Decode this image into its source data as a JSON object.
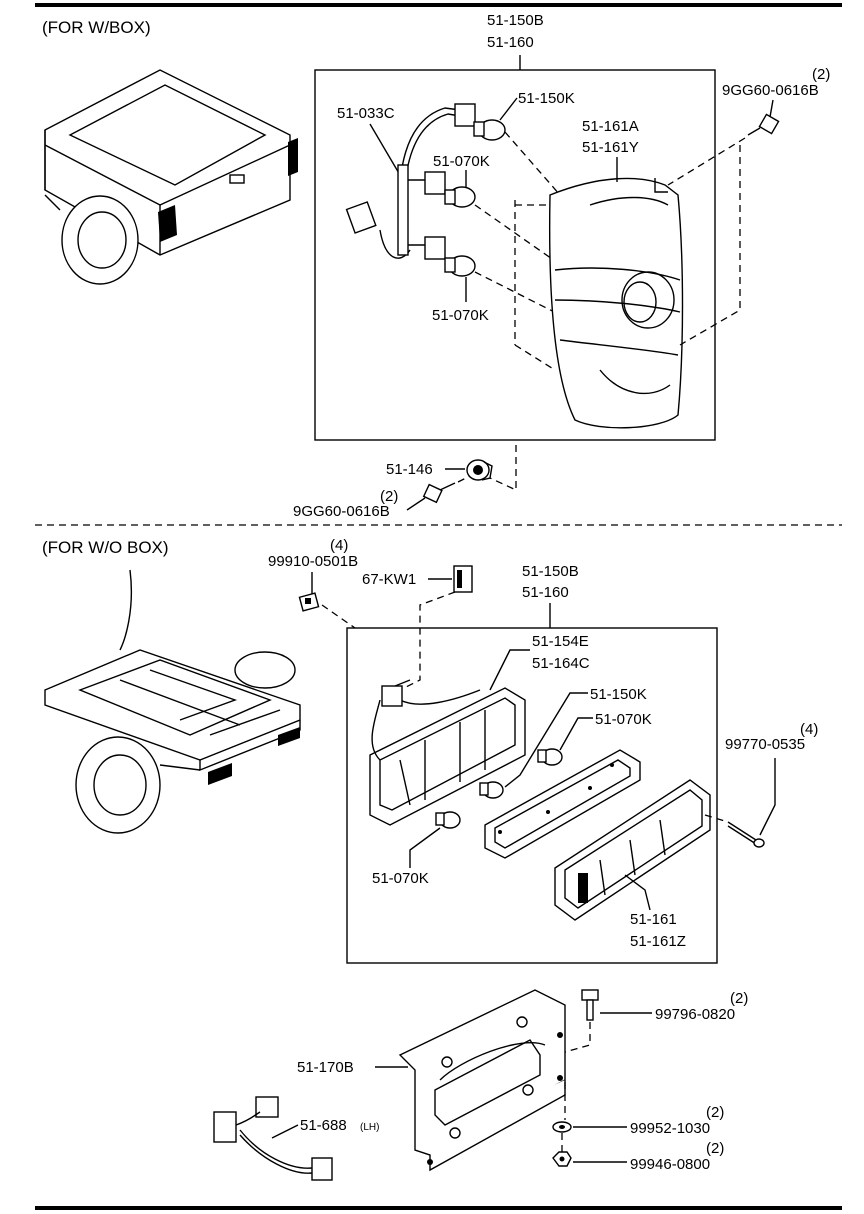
{
  "sections": {
    "with_box": "(FOR W/BOX)",
    "without_box": "(FOR W/O BOX)"
  },
  "top": {
    "assembly_a": "51-150B",
    "assembly_b": "51-160",
    "harness": "51-033C",
    "bulb_150k": "51-150K",
    "bulb_070k_upper": "51-070K",
    "bulb_070k_lower": "51-070K",
    "lens_a": "51-161A",
    "lens_b": "51-161Y",
    "screw_top": "9GG60-0616B",
    "screw_top_qty": "(2)",
    "grommet": "51-146",
    "screw_bottom": "9GG60-0616B",
    "screw_bottom_qty": "(2)"
  },
  "bottom": {
    "nut_clip": "99910-0501B",
    "nut_clip_qty": "(4)",
    "connector": "67-KW1",
    "assembly_a": "51-150B",
    "assembly_b": "51-160",
    "housing_a": "51-154E",
    "housing_b": "51-164C",
    "bulb_150k": "51-150K",
    "bulb_070k_right": "51-070K",
    "bulb_070k_left": "51-070K",
    "screw": "99770-0535",
    "screw_qty": "(4)",
    "lens_a": "51-161",
    "lens_b": "51-161Z",
    "bracket": "51-170B",
    "harness": "51-688",
    "harness_side": "(LH)",
    "bolt": "99796-0820",
    "bolt_qty": "(2)",
    "washer": "99952-1030",
    "washer_qty": "(2)",
    "nut": "99946-0800",
    "nut_qty": "(2)"
  }
}
